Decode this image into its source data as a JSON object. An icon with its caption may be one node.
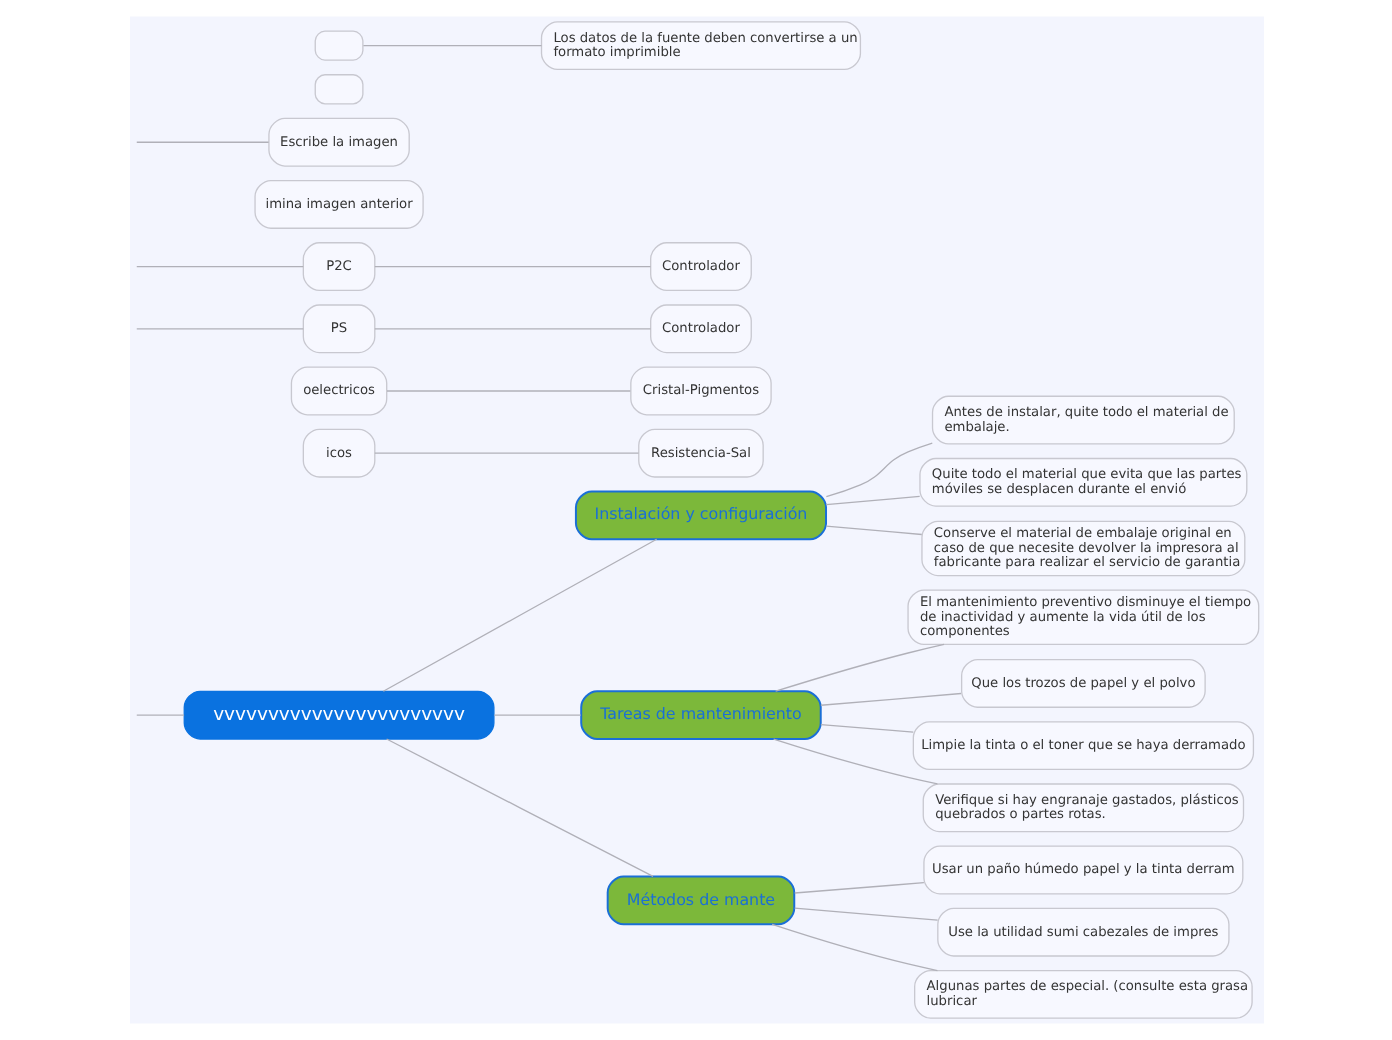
{
  "diagram": {
    "nodes": [
      {
        "text": [
          "vvvvvvvvvvvvvvvvvvvvvvv"
        ]
      },
      {
        "text": [
          "Instalación y configuración"
        ]
      },
      {
        "text": [
          "Antes de instalar, quite todo el material de embalaje."
        ]
      },
      {
        "text": [
          "Quite todo el material que evita que las partes móviles se desplacen durante el envió"
        ]
      },
      {
        "text": [
          "Conserve el material de embalaje original en caso de que necesite devolver la impresora al fabricante para realizar el servicio de garantia"
        ]
      },
      {
        "text": [
          "Tareas de mantenimiento"
        ]
      },
      {
        "text": [
          "El mantenimiento preventivo disminuye el tiempo de inactividad y aumente la vida útil de los componentes"
        ]
      },
      {
        "text": [
          "Que los trozos de papel y el polvo"
        ]
      },
      {
        "text": [
          "Limpie la tinta o el toner que se haya derramado"
        ]
      },
      {
        "text": [
          "Verifique si hay engranaje gastados, plásticos quebrados o partes rotas."
        ]
      },
      {
        "text": [
          "Métodos de mante"
        ]
      },
      {
        "text": [
          "Usar un paño húmedo papel y la tinta derram"
        ]
      },
      {
        "text": [
          "Use la utilidad sumi cabezales de impres"
        ]
      },
      {
        "text": [
          "Algunas partes de especial. (consulte esta grasa lubricar"
        ]
      },
      {
        "text": [
          "icos"
        ]
      },
      {
        "text": [
          "Resistencia-Sal"
        ]
      },
      {
        "text": [
          "oelectricos"
        ]
      },
      {
        "text": [
          "Cristal-Pigmentos"
        ]
      },
      {
        "text": [
          "PS"
        ]
      },
      {
        "text": [
          "Controlador"
        ]
      },
      {
        "text": [
          "P2C"
        ]
      },
      {
        "text": [
          "Controlador"
        ]
      },
      {
        "text": [
          "imina imagen anterior"
        ]
      },
      {
        "text": [
          "Escribe la imagen"
        ]
      },
      {
        "text": [],
        "shape": "box"
      },
      {
        "text": [
          "Los datos de la fuente deben convertirse a un formato imprimible"
        ]
      },
      {
        "text": [],
        "shape": "box"
      }
    ],
    "edges": [
      {
        "from": 0,
        "to": null,
        "arrow": "none"
      },
      {
        "from": 0,
        "to": 1,
        "arrow": "none"
      },
      {
        "from": 0,
        "to": 5,
        "arrow": "none"
      },
      {
        "from": 0,
        "to": 10,
        "arrow": "none"
      },
      {
        "from": 1,
        "to": 2,
        "arrow": "none"
      },
      {
        "from": 1,
        "to": 3,
        "arrow": "none"
      },
      {
        "from": 1,
        "to": 4,
        "arrow": "none"
      },
      {
        "from": 5,
        "to": 6,
        "arrow": "none"
      },
      {
        "from": 5,
        "to": 7,
        "arrow": "none"
      },
      {
        "from": 5,
        "to": 8,
        "arrow": "none"
      },
      {
        "from": 5,
        "to": 9,
        "arrow": "none"
      },
      {
        "from": 10,
        "to": 11,
        "arrow": "none"
      },
      {
        "from": 10,
        "to": 12,
        "arrow": "none"
      },
      {
        "from": 10,
        "to": 13,
        "arrow": "none"
      },
      {
        "from": 14,
        "to": 15,
        "arrow": "none"
      },
      {
        "from": 16,
        "to": 17,
        "arrow": "none"
      },
      {
        "from": null,
        "to": 18,
        "arrow": "none"
      },
      {
        "from": null,
        "to": 20,
        "arrow": "none"
      },
      {
        "from": 18,
        "to": 19,
        "arrow": "none"
      },
      {
        "from": 20,
        "to": 21,
        "arrow": "none"
      },
      {
        "from": null,
        "to": 23,
        "arrow": "none"
      },
      {
        "from": 24,
        "to": 25,
        "arrow": "none"
      }
    ]
  }
}
